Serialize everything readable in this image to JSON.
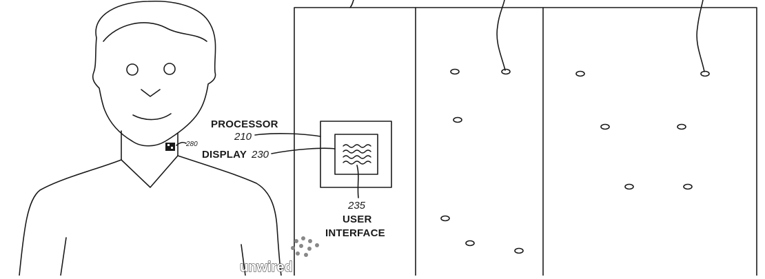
{
  "figure": {
    "labels": {
      "processor": "PROCESSOR",
      "processor_ref": "210",
      "display": "DISPLAY",
      "display_ref": "230",
      "ui_ref": "235",
      "ui_line1": "USER",
      "ui_line2": "INTERFACE",
      "sensor_ref": "280"
    },
    "watermark": "unwired",
    "colors": {
      "line": "#1a1a1a",
      "background": "#ffffff"
    }
  }
}
